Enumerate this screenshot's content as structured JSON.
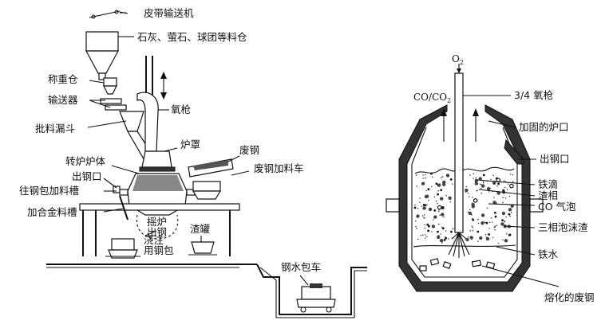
{
  "left_diagram": {
    "labels": {
      "belt_conveyor": "皮带输送机",
      "material_bins": "石灰、萤石、球团等料仓",
      "weighing_bin": "称重仓",
      "conveyor": "输送器",
      "oxygen_lance": "氧枪",
      "batch_hopper": "批料漏斗",
      "hood": "炉罩",
      "converter_body": "转炉炉体",
      "scrap_steel": "废钢",
      "scrap_charging_car": "废钢加料车",
      "tap_hole": "出钢口",
      "to_ladle_feed_chute": "往钢包加料槽",
      "alloy_chute": "加合金料槽",
      "tilt_tapping": "摇炉出钢",
      "casting_ladle": "浇注用钢包",
      "slag_pot": "渣罐",
      "ladle_car": "钢水包车"
    }
  },
  "right_diagram": {
    "labels": {
      "o2_main": "O",
      "o2_sub": "2",
      "co_co2_main": "CO/CO",
      "co_co2_sub": "2",
      "lance_34": "3/4 氧枪",
      "reinforced_mouth": "加固的炉口",
      "tap_hole": "出钢口",
      "iron_droplets": "铁滴",
      "slag_phase": "渣相",
      "co_bubbles": "CO 气泡",
      "three_phase_foam_slag": "三相泡沫渣",
      "molten_iron": "铁水",
      "melted_scrap": "熔化的废钢"
    }
  }
}
